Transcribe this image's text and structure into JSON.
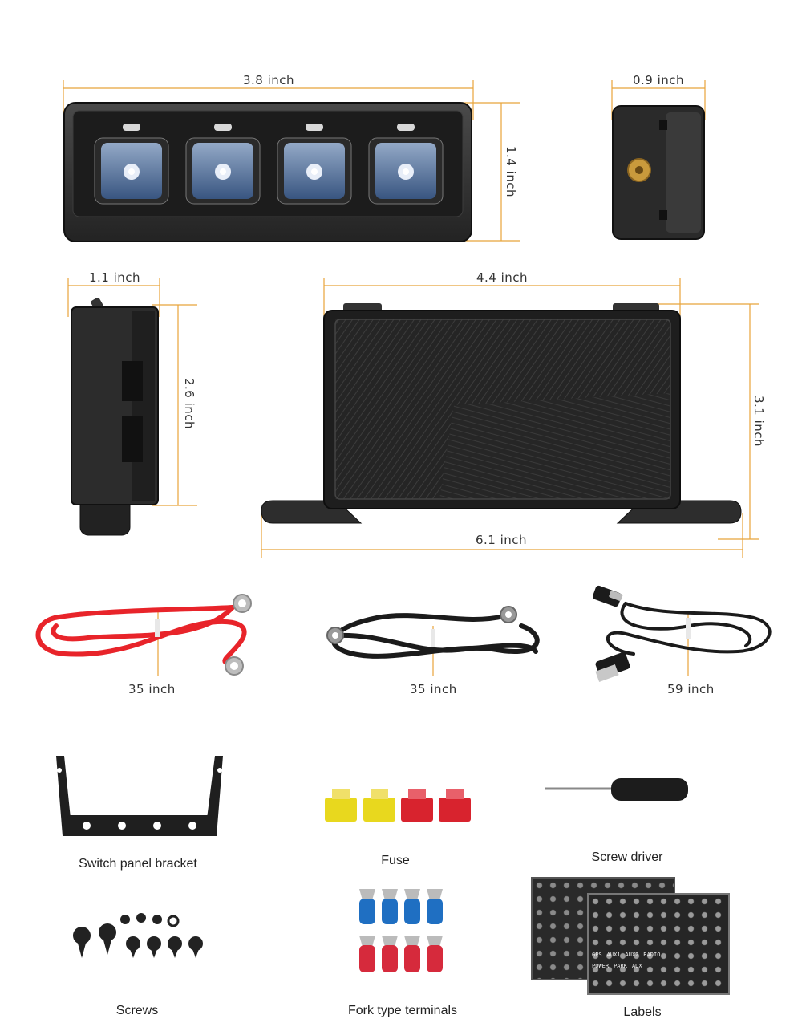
{
  "dimensions": {
    "switch_width": "3.8 inch",
    "switch_depth": "0.9 inch",
    "switch_height": "1.4 inch",
    "box_depth": "1.1 inch",
    "box_height": "2.6 inch",
    "box_width": "4.4 inch",
    "box_total_height": "3.1 inch",
    "box_base_width": "6.1 inch"
  },
  "cables": {
    "red_length": "35 inch",
    "black_length": "35 inch",
    "usb_length": "59 inch"
  },
  "accessories": {
    "bracket": "Switch panel bracket",
    "fuse": "Fuse",
    "screwdriver": "Screw driver",
    "screws": "Screws",
    "terminals": "Fork type terminals",
    "labels": "Labels"
  },
  "label_sheet_text": [
    "GPS",
    "AUX1",
    "AUX2",
    "RADIO",
    "POWER",
    "PARK",
    "AUX"
  ],
  "colors": {
    "dimension_line": "#e8a43a",
    "device_body": "#2b2b2b",
    "red_cable": "#e8242a",
    "blue_terminal": "#1f6fc2",
    "red_terminal": "#d62a3c",
    "yellow_fuse": "#e8d81e",
    "red_fuse": "#d8232e"
  }
}
